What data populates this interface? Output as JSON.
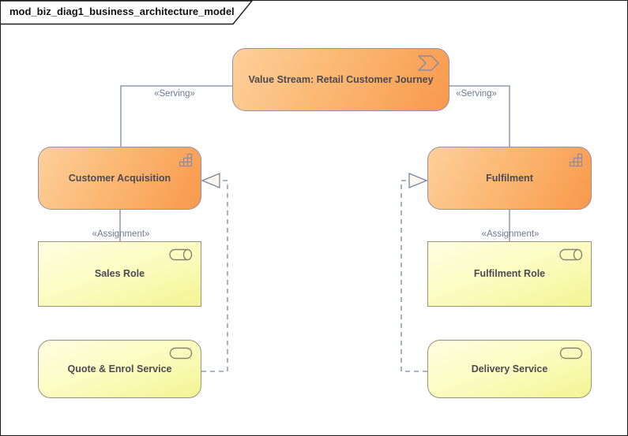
{
  "diagram": {
    "title": "mod_biz_diag1_business_architecture_model"
  },
  "nodes": {
    "value_stream": {
      "label": "Value Stream: Retail Customer Journey",
      "type": "value-stream",
      "icon": "chevron-arrow-icon"
    },
    "customer_acquisition": {
      "label": "Customer Acquisition",
      "type": "capability",
      "icon": "capability-stairs-icon"
    },
    "fulfilment": {
      "label": "Fulfilment",
      "type": "capability",
      "icon": "capability-stairs-icon"
    },
    "sales_role": {
      "label": "Sales Role",
      "type": "business-role",
      "icon": "role-cylinder-icon"
    },
    "fulfilment_role": {
      "label": "Fulfilment Role",
      "type": "business-role",
      "icon": "role-cylinder-icon"
    },
    "quote_enrol_service": {
      "label": "Quote & Enrol Service",
      "type": "business-service",
      "icon": "service-oval-icon"
    },
    "delivery_service": {
      "label": "Delivery Service",
      "type": "business-service",
      "icon": "service-oval-icon"
    }
  },
  "connectors": {
    "serving_left": {
      "label": "«Serving»",
      "from": "value_stream",
      "to": "customer_acquisition",
      "style": "solid"
    },
    "serving_right": {
      "label": "«Serving»",
      "from": "value_stream",
      "to": "fulfilment",
      "style": "solid"
    },
    "assignment_left": {
      "label": "«Assignment»",
      "from": "customer_acquisition",
      "to": "sales_role",
      "style": "solid"
    },
    "assignment_right": {
      "label": "«Assignment»",
      "from": "fulfilment",
      "to": "fulfilment_role",
      "style": "solid"
    },
    "realization_left": {
      "label": "",
      "from": "quote_enrol_service",
      "to": "customer_acquisition",
      "style": "dashed-hollow-triangle"
    },
    "realization_right": {
      "label": "",
      "from": "delivery_service",
      "to": "fulfilment",
      "style": "dashed-hollow-triangle"
    }
  },
  "colors": {
    "capability_fill_light": "#fdd09c",
    "capability_fill_dark": "#f8994c",
    "capability_border": "#968ea4",
    "role_fill_light": "#fefee2",
    "role_fill_dark": "#f4f493",
    "role_border": "#9b9078",
    "connector_line": "#7b87a0",
    "connector_label_text": "#6b7894",
    "node_label_text": "#4c4a52",
    "frame_border": "#1c1c1c"
  }
}
